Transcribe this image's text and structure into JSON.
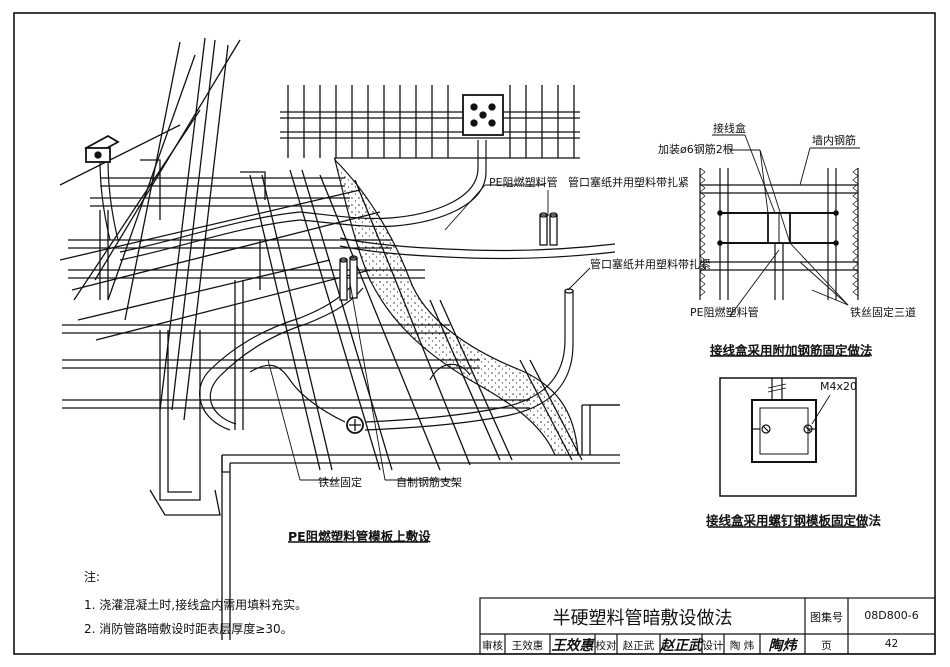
{
  "main_drawing": {
    "caption": "PE阻燃塑料管模板上敷设",
    "labels": {
      "pe_pipe": "PE阻燃塑料管",
      "plug_top": "管口塞纸并用塑料带扎紧",
      "plug_right": "管口塞纸并用塑料带扎紧",
      "wire_fix": "铁丝固定",
      "self_support": "自制钢筋支架"
    }
  },
  "detail_rebar": {
    "caption": "接线盒采用附加钢筋固定做法",
    "labels": {
      "junction_box": "接线盒",
      "extra_rebar": "加装ø6钢筋2根",
      "wall_rebar": "墙内钢筋",
      "pe_pipe": "PE阻燃塑料管",
      "wire_three": "铁丝固定三道"
    }
  },
  "detail_screw": {
    "caption": "接线盒采用螺钉钢模板固定做法",
    "screw_label": "M4x20"
  },
  "notes": {
    "heading": "注:",
    "items": [
      "1. 浇灌混凝土时,接线盒内需用填料充实。",
      "2. 消防管路暗敷设时距表层厚度≥30。"
    ]
  },
  "title_block": {
    "title": "半硬塑料管暗敷设做法",
    "atlas_label": "图集号",
    "atlas_number": "08D800-6",
    "review_label": "审核",
    "review_name": "王效惠",
    "review_sig": "王效惠",
    "check_label": "校对",
    "check_name": "赵正武",
    "check_sig": "赵正武",
    "design_label": "设计",
    "design_name": "陶  炜",
    "design_sig": "陶炜",
    "page_label": "页",
    "page_number": "42"
  }
}
